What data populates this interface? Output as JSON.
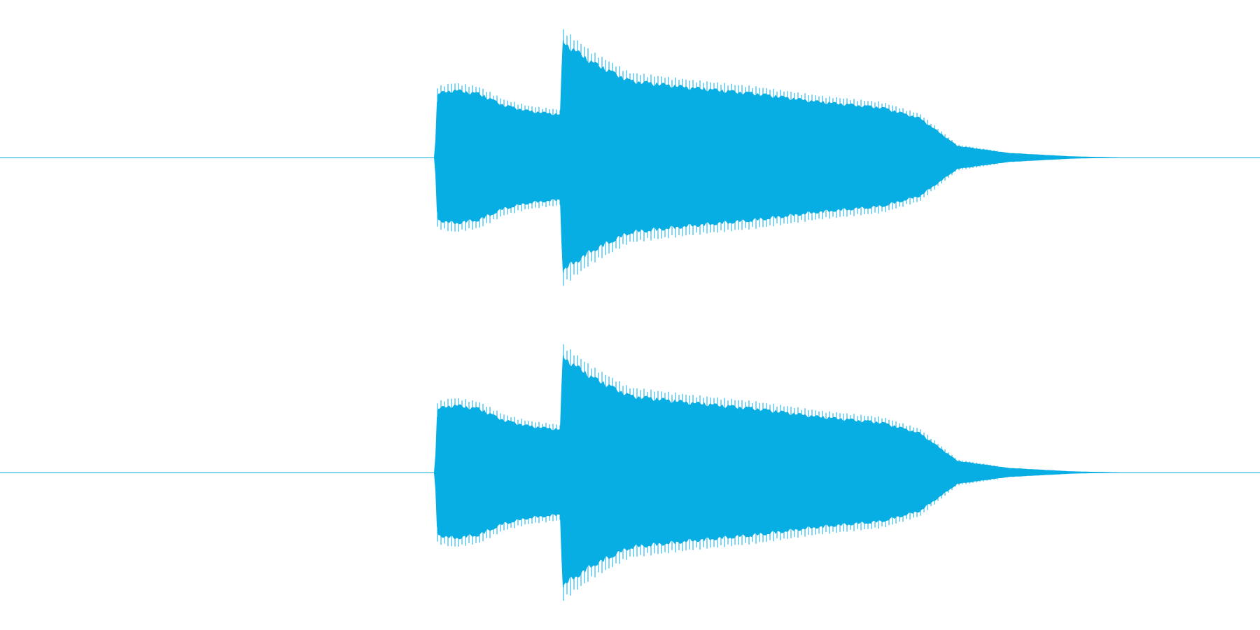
{
  "waveform": {
    "color": "#07AEE3",
    "background": "#FFFFFF",
    "channels": [
      {
        "id": "left",
        "envelope": [
          {
            "t": 0.0,
            "amp": 0.0
          },
          {
            "t": 0.345,
            "amp": 0.0
          },
          {
            "t": 0.347,
            "amp": 0.55
          },
          {
            "t": 0.36,
            "amp": 0.58
          },
          {
            "t": 0.38,
            "amp": 0.55
          },
          {
            "t": 0.4,
            "amp": 0.45
          },
          {
            "t": 0.42,
            "amp": 0.4
          },
          {
            "t": 0.445,
            "amp": 0.37
          },
          {
            "t": 0.446,
            "amp": 1.0
          },
          {
            "t": 0.47,
            "amp": 0.82
          },
          {
            "t": 0.5,
            "amp": 0.66
          },
          {
            "t": 0.55,
            "amp": 0.6
          },
          {
            "t": 0.6,
            "amp": 0.55
          },
          {
            "t": 0.65,
            "amp": 0.48
          },
          {
            "t": 0.7,
            "amp": 0.43
          },
          {
            "t": 0.73,
            "amp": 0.34
          },
          {
            "t": 0.76,
            "amp": 0.1
          },
          {
            "t": 0.8,
            "amp": 0.04
          },
          {
            "t": 0.85,
            "amp": 0.01
          },
          {
            "t": 0.89,
            "amp": 0.0
          },
          {
            "t": 1.0,
            "amp": 0.0
          }
        ]
      },
      {
        "id": "right",
        "envelope": [
          {
            "t": 0.0,
            "amp": 0.0
          },
          {
            "t": 0.345,
            "amp": 0.0
          },
          {
            "t": 0.347,
            "amp": 0.55
          },
          {
            "t": 0.36,
            "amp": 0.58
          },
          {
            "t": 0.38,
            "amp": 0.55
          },
          {
            "t": 0.4,
            "amp": 0.45
          },
          {
            "t": 0.42,
            "amp": 0.4
          },
          {
            "t": 0.445,
            "amp": 0.37
          },
          {
            "t": 0.446,
            "amp": 1.0
          },
          {
            "t": 0.47,
            "amp": 0.82
          },
          {
            "t": 0.5,
            "amp": 0.66
          },
          {
            "t": 0.55,
            "amp": 0.6
          },
          {
            "t": 0.6,
            "amp": 0.55
          },
          {
            "t": 0.65,
            "amp": 0.48
          },
          {
            "t": 0.7,
            "amp": 0.43
          },
          {
            "t": 0.73,
            "amp": 0.34
          },
          {
            "t": 0.76,
            "amp": 0.1
          },
          {
            "t": 0.8,
            "amp": 0.04
          },
          {
            "t": 0.85,
            "amp": 0.01
          },
          {
            "t": 0.89,
            "amp": 0.0
          },
          {
            "t": 1.0,
            "amp": 0.0
          }
        ]
      }
    ]
  }
}
